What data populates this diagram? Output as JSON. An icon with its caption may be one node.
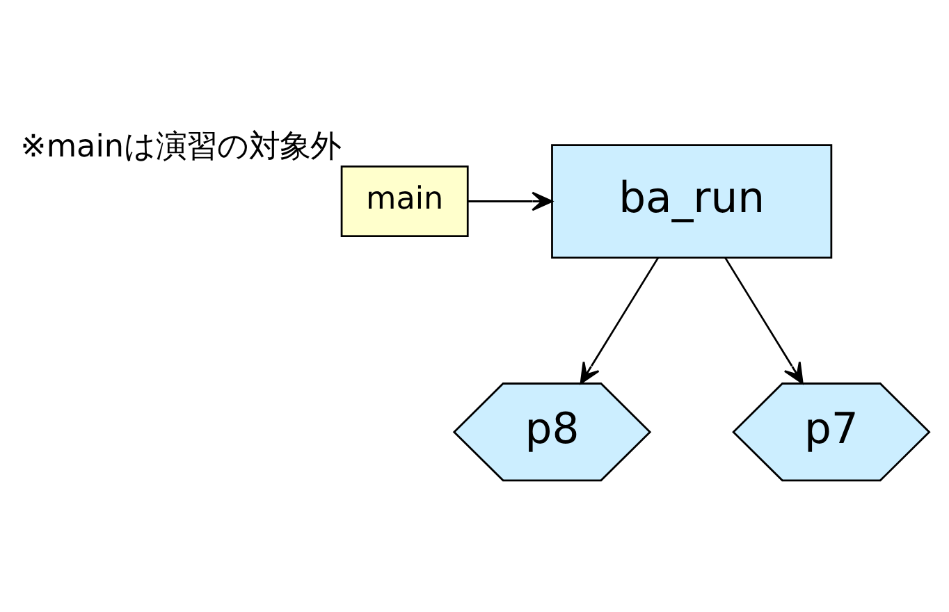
{
  "diagram": {
    "nodes": [
      {
        "text": [
          "main"
        ],
        "beside": [
          "※mainは演習の対象外"
        ]
      },
      {
        "text": [
          "ba_run"
        ]
      },
      {
        "text": [
          "p8"
        ]
      },
      {
        "text": [
          "p7"
        ]
      }
    ],
    "edges": [
      {
        "from": 0,
        "to": 1,
        "arrow": "to"
      },
      {
        "from": 1,
        "to": 2,
        "arrow": "to"
      },
      {
        "from": 1,
        "to": 3,
        "arrow": "to"
      }
    ]
  }
}
